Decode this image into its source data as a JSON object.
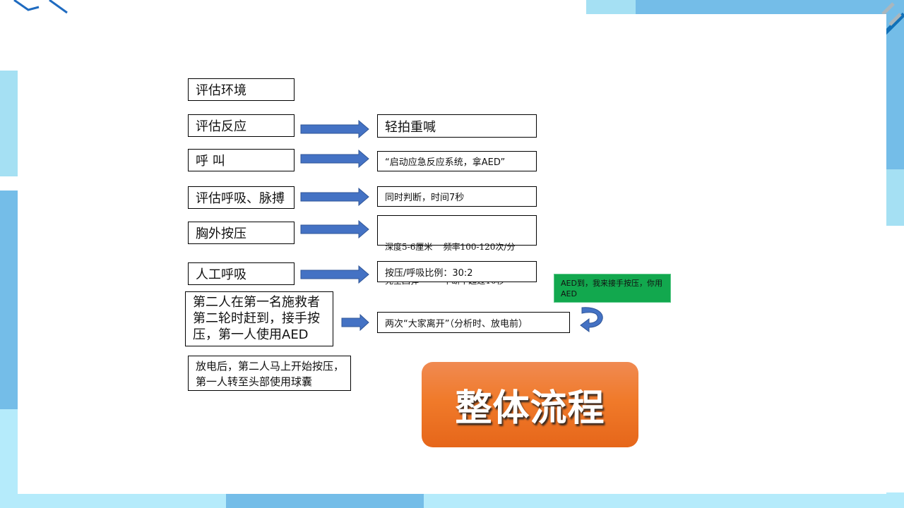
{
  "title": "整体流程",
  "colors": {
    "arrow": "#4472c4",
    "callout_green": "#12a84e",
    "title_orange": "#f07a2a",
    "bg_blue": "#74bde8",
    "bg_light_blue": "#a5e0f3"
  },
  "steps": [
    {
      "label": "评估环境"
    },
    {
      "label": "评估反应",
      "detail": "轻拍重喊"
    },
    {
      "label": "呼 叫",
      "detail": "“启动应急反应系统，拿AED”"
    },
    {
      "label": "评估呼吸、脉搏",
      "detail": "同时判断，时间7秒"
    },
    {
      "label": "胸外按压",
      "detail_line1": "深度5-6厘米    频率100-120次/分",
      "detail_line2": "完全回弹         中断不超过10秒"
    },
    {
      "label": "人工呼吸",
      "detail": "按压/呼吸比例：30:2"
    },
    {
      "label": "第二人在第一名施救者第二轮时赶到，接手按压，第一人使用AED",
      "detail": "两次“大家离开”（分析时、放电前）"
    }
  ],
  "after_shock": "放电后，第二人马上开始按压，第一人转至头部使用球囊",
  "callout": "AED到，我来接手按压，你用AED"
}
